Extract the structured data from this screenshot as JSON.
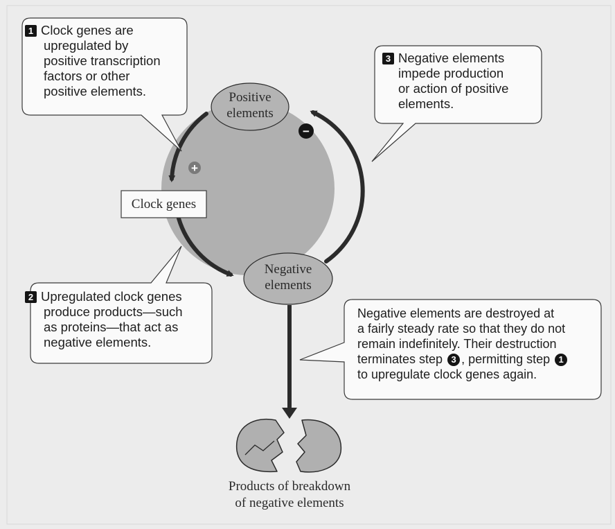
{
  "callouts": {
    "step1": {
      "number": "1",
      "lines": [
        "Clock genes are",
        "upregulated by",
        "positive transcription",
        "factors or other",
        "positive elements."
      ]
    },
    "step2": {
      "number": "2",
      "lines": [
        "Upregulated clock genes",
        "produce products—such",
        "as proteins—that act as",
        "negative elements."
      ]
    },
    "step3": {
      "number": "3",
      "lines": [
        "Negative elements",
        "impede production",
        "or action of positive",
        "elements."
      ]
    },
    "breakdown": {
      "lines": [
        "Negative elements are destroyed at",
        "a fairly steady rate so that they do not",
        "remain indefinitely. Their destruction"
      ],
      "line4_pre": "terminates step ",
      "line4_ref1": "3",
      "line4_mid": ", permitting step ",
      "line4_ref2": "1",
      "line5": "to upregulate clock genes again."
    }
  },
  "cycle": {
    "positive_lines": [
      "Positive",
      "elements"
    ],
    "negative_lines": [
      "Negative",
      "elements"
    ],
    "clock_genes": "Clock genes",
    "plus_symbol": "+",
    "minus_symbol": "−"
  },
  "products": {
    "lines": [
      "Products of breakdown",
      "of negative elements"
    ]
  },
  "colors": {
    "background": "#ececec",
    "circle_fill": "#b0b0b0",
    "arrow": "#2b2b2b",
    "box_fill": "#fafafa"
  }
}
